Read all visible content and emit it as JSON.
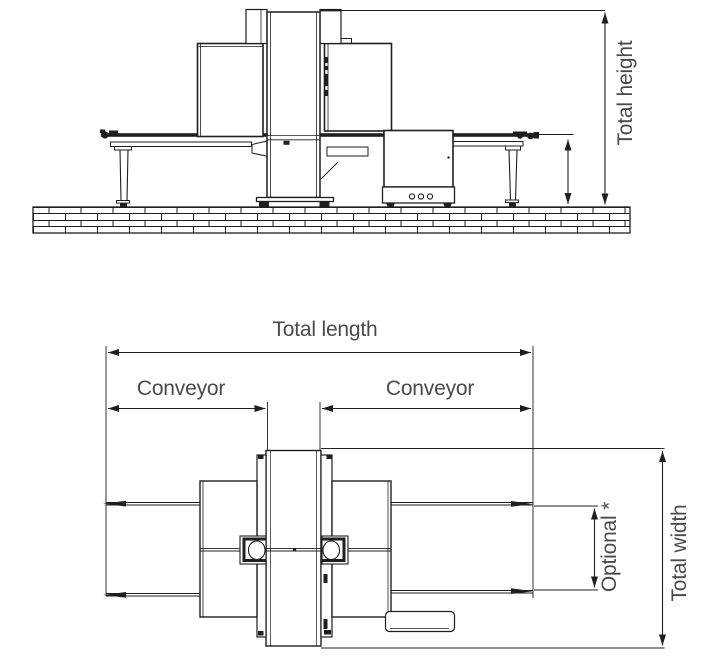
{
  "palette": {
    "background": "#ffffff",
    "line": "#1f1f1f",
    "label": "#4a4a4c"
  },
  "labels": {
    "total_height": "Total height",
    "total_length": "Total length",
    "conveyor_left": "Conveyor",
    "conveyor_right": "Conveyor",
    "optional": "Optional *",
    "total_width": "Total width"
  }
}
